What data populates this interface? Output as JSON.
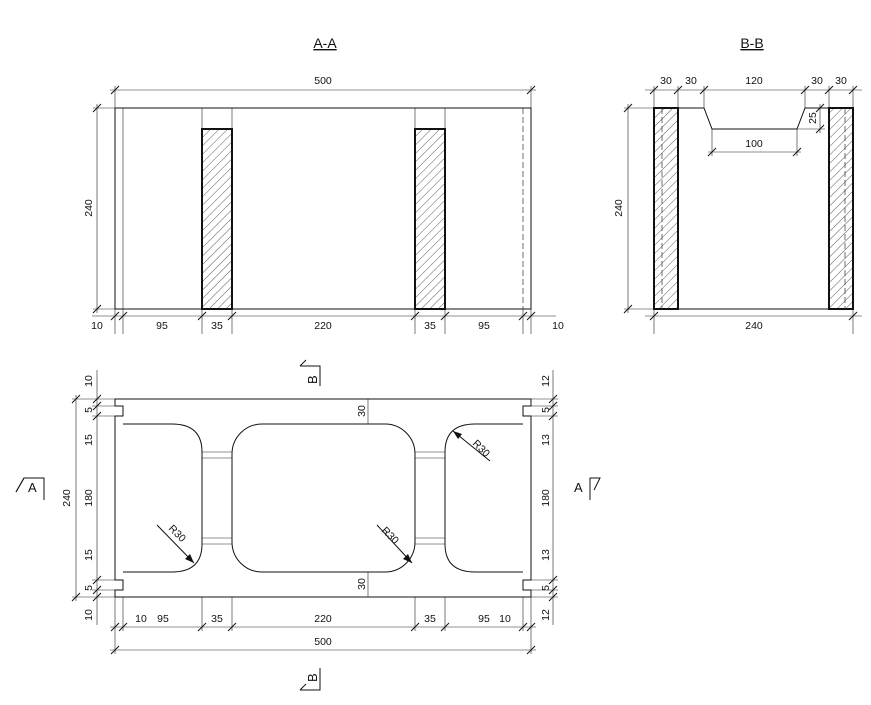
{
  "views": {
    "aa": {
      "title": "A-A",
      "overall": "500",
      "height": "240",
      "bottom": [
        "10",
        "95",
        "35",
        "220",
        "35",
        "95",
        "10"
      ]
    },
    "bb": {
      "title": "B-B",
      "top": [
        "30",
        "30",
        "120",
        "30",
        "30"
      ],
      "depth": "25",
      "slot": "100",
      "height": "240",
      "width": "240"
    },
    "plan": {
      "section_a": "A",
      "section_b": "B",
      "left": [
        "10",
        "5",
        "15",
        "180",
        "15",
        "5",
        "10"
      ],
      "left_total": "240",
      "right": [
        "12",
        "5",
        "13",
        "180",
        "13",
        "5",
        "12"
      ],
      "bottom": [
        "10",
        "95",
        "35",
        "220",
        "35",
        "95",
        "10"
      ],
      "overall": "500",
      "web": "30",
      "radius": "R30"
    }
  }
}
